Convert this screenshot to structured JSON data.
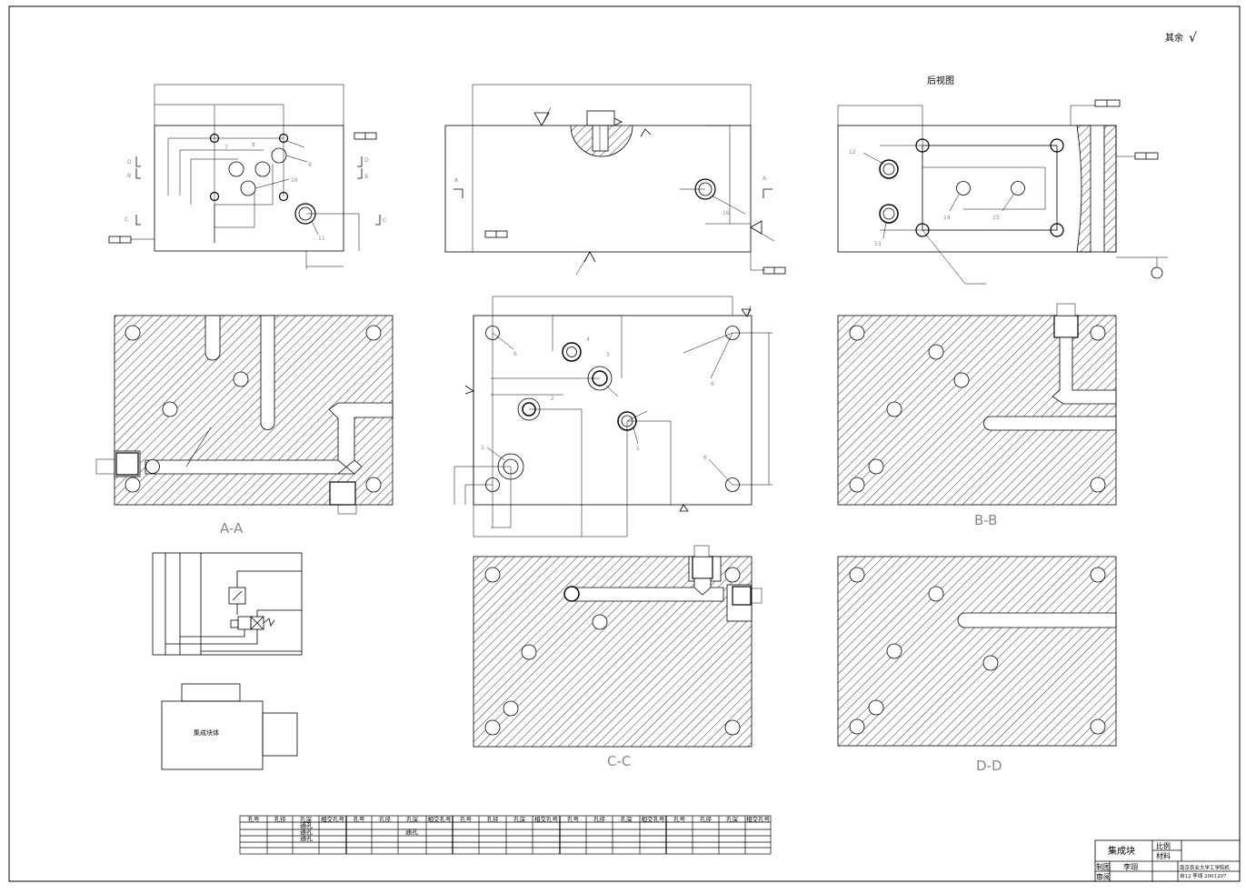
{
  "sheet": {
    "surface_note": "其余",
    "roughness_symbol": "√"
  },
  "views": {
    "top_view_title": "后视图",
    "section_aa": "A-A",
    "section_bb": "B-B",
    "section_cc": "C-C",
    "section_dd": "D-D",
    "cut_labels": [
      "A",
      "A",
      "B",
      "B",
      "C",
      "C",
      "D",
      "D"
    ]
  },
  "hole_numbers": {
    "front": [
      "7",
      "8",
      "9",
      "10",
      "11"
    ],
    "middle": [
      "16"
    ],
    "right": [
      "12",
      "13",
      "14",
      "15"
    ],
    "plan": [
      "1",
      "2",
      "3",
      "4",
      "5",
      "6",
      "6",
      "6"
    ]
  },
  "block_diagram": {
    "body_label": "集成块体"
  },
  "hole_table": {
    "headers": [
      "孔号",
      "孔径",
      "孔深",
      "相交孔号",
      "孔号",
      "孔径",
      "孔深",
      "相交孔号",
      "孔号",
      "孔径",
      "孔深",
      "相交孔号",
      "孔号",
      "孔径",
      "孔深",
      "相交孔号",
      "孔号",
      "孔径",
      "孔深",
      "相交孔号"
    ],
    "through_label": "通孔",
    "through_cells": [
      "通孔",
      "通孔",
      "通孔",
      "通孔"
    ]
  },
  "title_block": {
    "part_name": "集成块",
    "scale_label": "比例",
    "material_label": "材料",
    "drawn_label": "制图",
    "checked_label": "审阅",
    "designer": "李翊",
    "school": "南京农业大学工学院机",
    "class_line": "自12 李翊 2001207"
  }
}
